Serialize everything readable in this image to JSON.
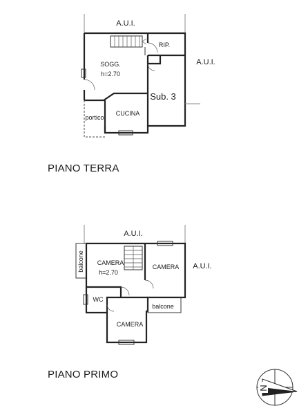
{
  "floors": {
    "ground": {
      "title": "PIANO TERRA",
      "aui_top": "A.U.I.",
      "aui_right": "A.U.I.",
      "rooms": {
        "sogg": "SOGG.",
        "sogg_height": "h=2.70",
        "rip": "RIP.",
        "sub3": "Sub. 3",
        "cucina": "CUCINA",
        "portico": "portico"
      }
    },
    "first": {
      "title": "PIANO PRIMO",
      "aui_top": "A.U.I.",
      "aui_right": "A.U.I.",
      "rooms": {
        "camera_main": "CAMERA",
        "camera_height": "h=2.70",
        "camera_right": "CAMERA",
        "camera_bottom": "CAMERA",
        "wc": "WC",
        "balcone_left": "balcone",
        "balcone_right": "balcone"
      }
    }
  },
  "north_arrow": {
    "letter": "N",
    "icon": "north-arrow-icon"
  }
}
